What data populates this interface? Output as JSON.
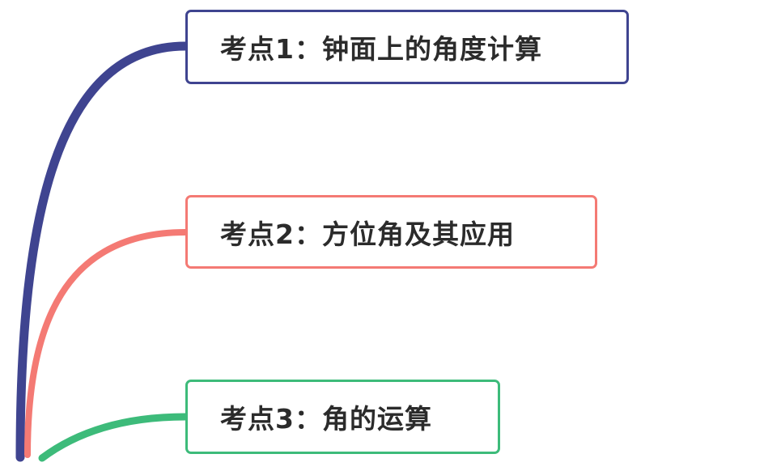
{
  "colors": {
    "branch1": "#3f4490",
    "branch2": "#f47a74",
    "branch3": "#3dbb7a"
  },
  "nodes": [
    {
      "label": "考点1：钟面上的角度计算"
    },
    {
      "label": "考点2：方位角及其应用"
    },
    {
      "label": "考点3：角的运算"
    }
  ]
}
